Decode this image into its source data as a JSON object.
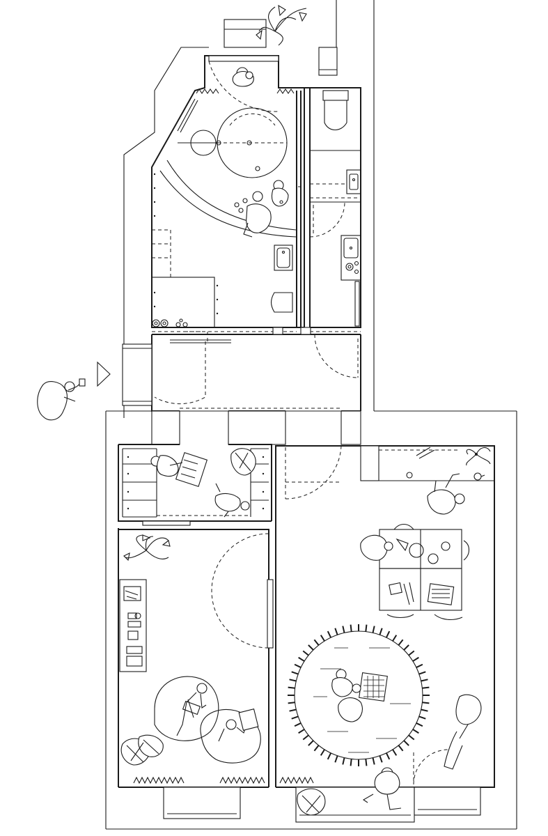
{
  "plan": {
    "entrance_marker": "entrance-arrow-icon",
    "rooms": [
      "bathroom",
      "toilet",
      "kitchenette",
      "hallway",
      "cloakroom",
      "quiet-room",
      "play-room"
    ],
    "figures": [
      "toddler-figure",
      "adult-figure",
      "child-figure",
      "seated-child-figure"
    ],
    "furniture": [
      "round-bath",
      "washbasin",
      "toilet",
      "changing-table",
      "bench",
      "beanbag",
      "cushion",
      "round-rug",
      "play-table",
      "bookshelf",
      "potted-plant"
    ],
    "line_color": "#1a1a1a",
    "background": "#ffffff"
  }
}
